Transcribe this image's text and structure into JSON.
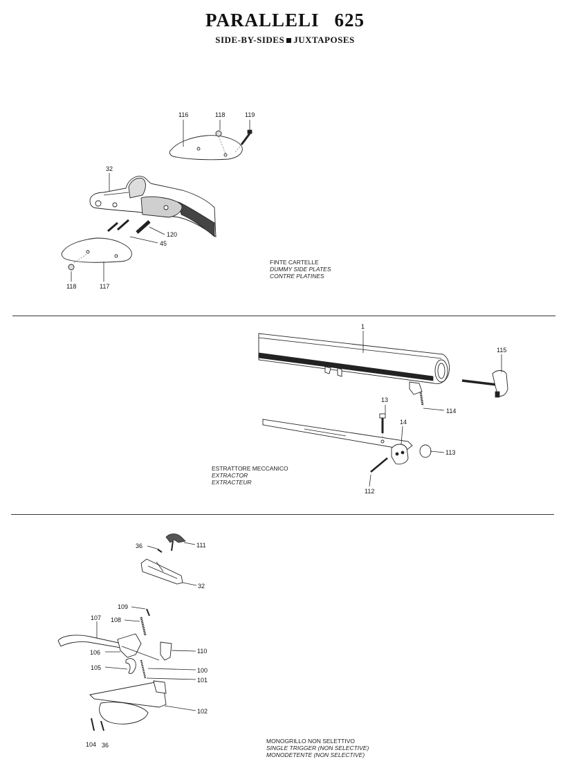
{
  "header": {
    "title": "PARALLELI",
    "model": "625",
    "subtitle_left": "SIDE-BY-SIDES",
    "subtitle_right": "JUXTAPOSES"
  },
  "sections": [
    {
      "id": "dummy-side-plates",
      "caption": [
        "FINTE CARTELLE",
        "DUMMY SIDE PLATES",
        "CONTRE PLATINES"
      ],
      "parts": [
        "116",
        "118",
        "119",
        "32",
        "120",
        "45",
        "118",
        "117"
      ]
    },
    {
      "id": "extractor",
      "caption": [
        "ESTRATTORE MECCANICO",
        "EXTRACTOR",
        "EXTRACTEUR"
      ],
      "parts": [
        "1",
        "115",
        "13",
        "114",
        "14",
        "113",
        "112"
      ]
    },
    {
      "id": "single-trigger",
      "caption": [
        "MONOGRILLO NON SELETTIVO",
        "SINGLE TRIGGER (NON SELECTIVE)",
        "MONODETENTE (NON SELECTIVE)"
      ],
      "parts": [
        "36",
        "111",
        "32",
        "109",
        "108",
        "107",
        "106",
        "110",
        "105",
        "100",
        "101",
        "102",
        "104",
        "36"
      ]
    }
  ]
}
